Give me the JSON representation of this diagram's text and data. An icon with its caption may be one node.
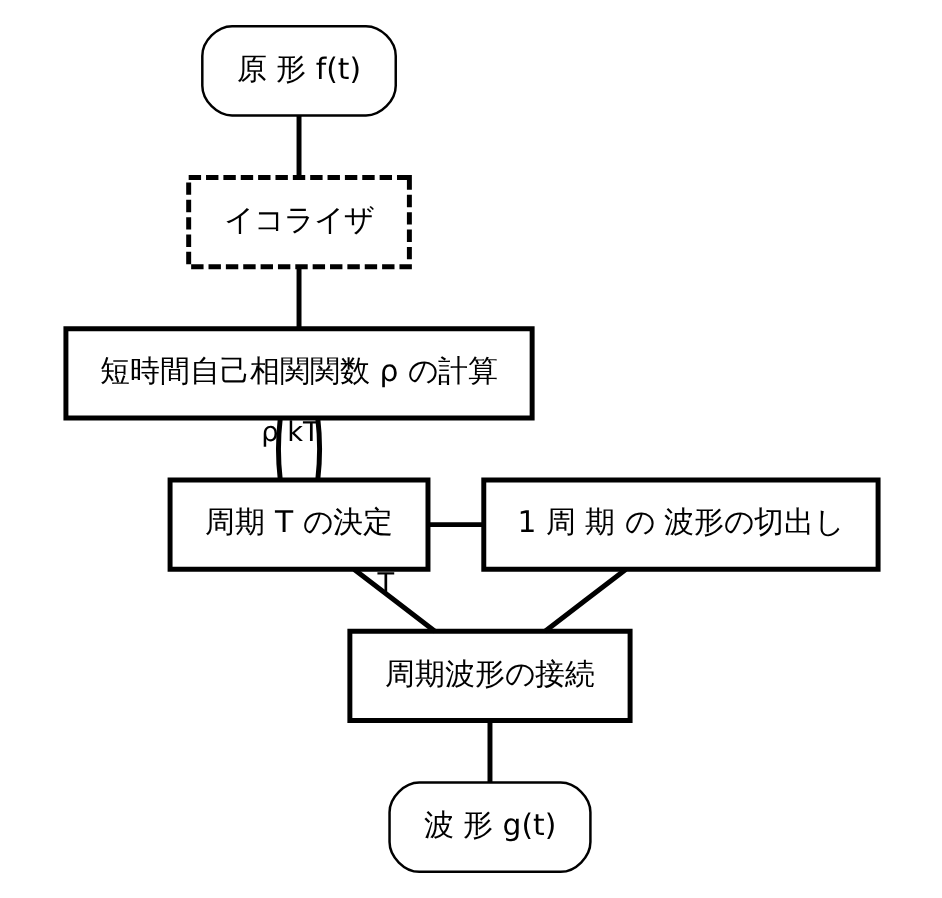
{
  "diagram": {
    "nodes": [
      {
        "text": [
          "原 形 f(t)"
        ]
      },
      {
        "text": [
          "イコライザ"
        ]
      },
      {
        "text": [
          "短時間自己相関関数 ρ の計算"
        ]
      },
      {
        "text": [
          "周期 T の決定"
        ]
      },
      {
        "text": [
          "1 周 期 の 波形の切出し"
        ]
      },
      {
        "text": [
          "周期波形の接続"
        ]
      },
      {
        "text": [
          "波 形 g(t)"
        ]
      }
    ],
    "edges": [
      {
        "from": 0,
        "to": 1,
        "arrow": "none"
      },
      {
        "from": 1,
        "to": 2,
        "arrow": "none"
      },
      {
        "from": 2,
        "to": 3,
        "arrow": "none",
        "label": "ρ"
      },
      {
        "from": 3,
        "to": 2,
        "arrow": "none",
        "label": "kT"
      },
      {
        "from": 3,
        "to": 4,
        "arrow": "none"
      },
      {
        "from": 3,
        "to": 5,
        "arrow": "none",
        "label": "T"
      },
      {
        "from": 4,
        "to": 5,
        "arrow": "none"
      },
      {
        "from": 5,
        "to": 6,
        "arrow": "none"
      }
    ]
  }
}
